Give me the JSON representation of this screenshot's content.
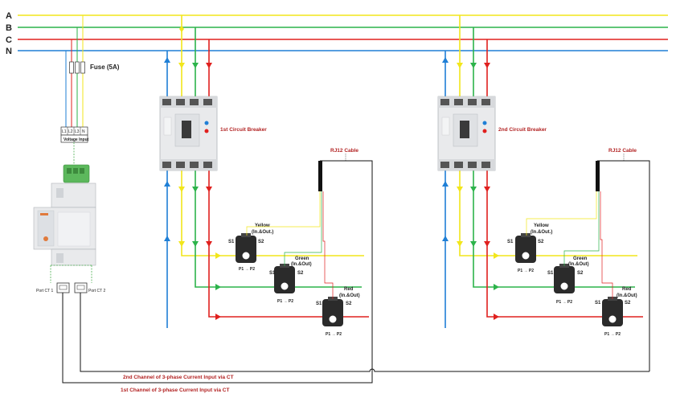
{
  "phases": [
    {
      "id": "A",
      "label": "A",
      "color": "#f2e61b"
    },
    {
      "id": "B",
      "label": "B",
      "color": "#2cb34a"
    },
    {
      "id": "C",
      "label": "C",
      "color": "#e0201e"
    },
    {
      "id": "N",
      "label": "N",
      "color": "#1f7fd6"
    }
  ],
  "fuse_label": "Fuse (5A)",
  "voltage_input": {
    "title": "Voltage Input",
    "terminals": [
      "L1",
      "L2",
      "L3",
      "N"
    ]
  },
  "meter": {
    "port1_label": "Port CT 1",
    "port2_label": "Port CT 2"
  },
  "breakers": [
    {
      "label": "1st Circuit Breaker",
      "cable_label": "RJ12 Cable"
    },
    {
      "label": "2nd Circuit Breaker",
      "cable_label": "RJ12 Cable"
    }
  ],
  "ct_sets": [
    {
      "cts": [
        {
          "color_label": "Yellow",
          "direction": "(In.&Out.)",
          "s1": "S1",
          "s2": "S2",
          "p_label": "P1 → P2"
        },
        {
          "color_label": "Green",
          "direction": "(In.&Out)",
          "s1": "S1",
          "s2": "S2",
          "p_label": "P1 → P2"
        },
        {
          "color_label": "Red",
          "direction": "(In.&Out)",
          "s1": "S1",
          "s2": "S2",
          "p_label": "P1 → P2"
        }
      ]
    },
    {
      "cts": [
        {
          "color_label": "Yellow",
          "direction": "(In.&Out.)",
          "s1": "S1",
          "s2": "S2",
          "p_label": "P1 → P2"
        },
        {
          "color_label": "Green",
          "direction": "(In.&Out)",
          "s1": "S1",
          "s2": "S2",
          "p_label": "P1 → P2"
        },
        {
          "color_label": "Red",
          "direction": "(In.&Out)",
          "s1": "S1",
          "s2": "S2",
          "p_label": "P1 → P2"
        }
      ]
    }
  ],
  "channel_labels": {
    "second": "2nd Channel of 3-phase Current Input via CT",
    "first": "1st Channel of 3-phase Current Input via CT"
  },
  "colors": {
    "black_wire": "#111111",
    "label_red": "#b22222",
    "device_body": "#e9eaec",
    "device_dark": "#b8bbc0",
    "terminal_green": "#4caf50"
  }
}
